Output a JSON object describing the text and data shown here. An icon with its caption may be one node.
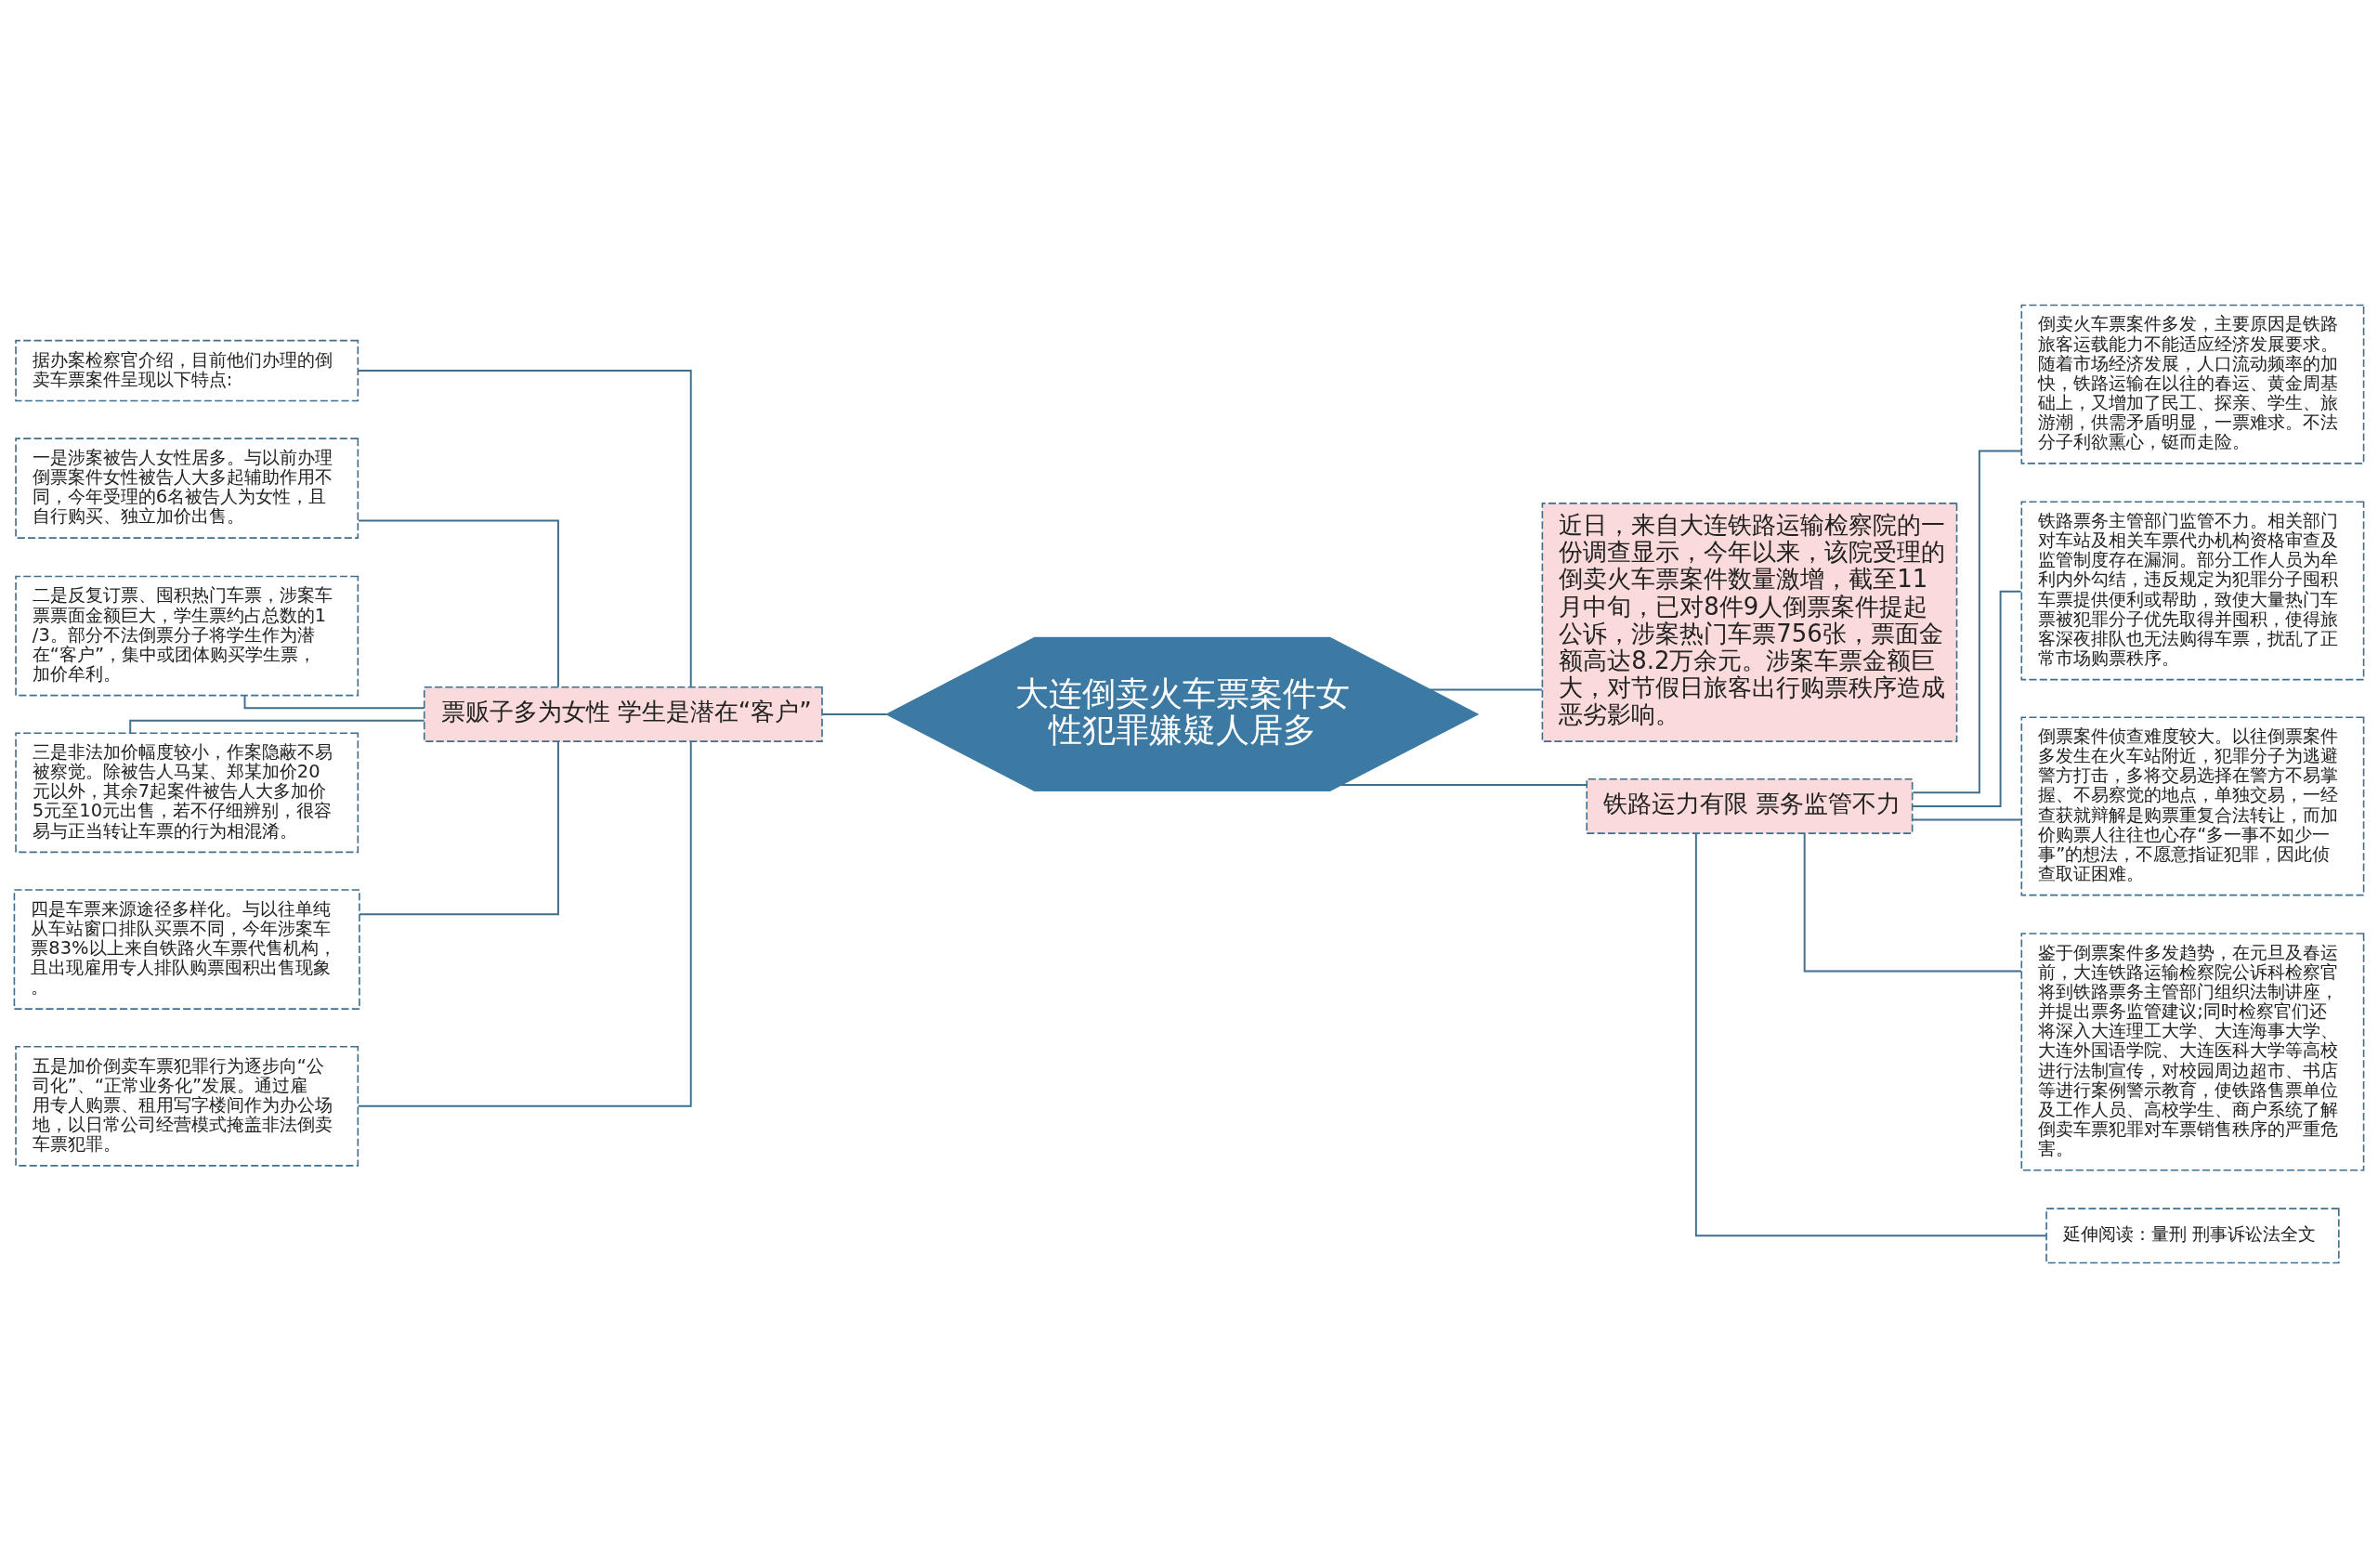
{
  "diagram": {
    "nodes": [
      {
        "text": [
          "大连倒卖火车票案件女性犯罪嫌疑人居多"
        ]
      },
      {
        "text": [
          "票贩子多为女性 学生是潜在“客户”"
        ]
      },
      {
        "text": [
          "据办案检察官介绍，目前他们办理的倒卖车票案件呈现以下特点:"
        ]
      },
      {
        "text": [
          "一是涉案被告人女性居多。与以前办理倒票案件女性被告人大多起辅助作用不同，今年受理的6名被告人为女性，且自行购买、独立加价出售。"
        ]
      },
      {
        "text": [
          "二是反复订票、囤积热门车票，涉案车票票面金额巨大，学生票约占总数的1/3。部分不法倒票分子将学生作为潜在“客户”，集中或团体购买学生票，加价牟利。"
        ]
      },
      {
        "text": [
          "三是非法加价幅度较小，作案隐蔽不易被察觉。除被告人马某、郑某加价20元以外，其余7起案件被告人大多加价5元至10元出售，若不仔细辨别，很容易与正当转让车票的行为相混淆。"
        ]
      },
      {
        "text": [
          "四是车票来源途径多样化。与以往单纯从车站窗口排队买票不同，今年涉案车票83%以上来自铁路火车票代售机构，且出现雇用专人排队购票囤积出售现象。"
        ]
      },
      {
        "text": [
          "五是加价倒卖车票犯罪行为逐步向“公司化”、“正常业务化”发展。通过雇用专人购票、租用写字楼间作为办公场地，以日常公司经营模式掩盖非法倒卖车票犯罪。"
        ]
      },
      {
        "text": [
          "近日，来自大连铁路运输检察院的一份调查显示，今年以来，该院受理的倒卖火车票案件数量激增，截至11月中旬，已对8件9人倒票案件提起公诉，涉案热门车票756张，票面金额高达8.2万余元。涉案车票金额巨大，对节假日旅客出行购票秩序造成恶劣影响。"
        ]
      },
      {
        "text": [
          "铁路运力有限 票务监管不力"
        ]
      },
      {
        "text": [
          "倒卖火车票案件多发，主要原因是铁路旅客运载能力不能适应经济发展要求。随着市场经济发展，人口流动频率的加快，铁路运输在以往的春运、黄金周基础上，又增加了民工、探亲、学生、旅游潮，供需矛盾明显，一票难求。不法分子利欲熏心，铤而走险。"
        ]
      },
      {
        "text": [
          "铁路票务主管部门监管不力。相关部门对车站及相关车票代办机构资格审查及监管制度存在漏洞。部分工作人员为牟利内外勾结，违反规定为犯罪分子囤积车票提供便利或帮助，致使大量热门车票被犯罪分子优先取得并囤积，使得旅客深夜排队也无法购得车票，扰乱了正常市场购票秩序。"
        ]
      },
      {
        "text": [
          "倒票案件侦查难度较大。以往倒票案件多发生在火车站附近，犯罪分子为逃避警方打击，多将交易选择在警方不易掌握、不易察觉的地点，单独交易，一经查获就辩解是购票重复合法转让，而加价购票人往往也心存“多一事不如少一事”的想法，不愿意指证犯罪，因此侦查取证困难。"
        ]
      },
      {
        "text": [
          "鉴于倒票案件多发趋势，在元旦及春运前，大连铁路运输检察院公诉科检察官将到铁路票务主管部门组织法制讲座，并提出票务监管建议;同时检察官们还将深入大连理工大学、大连海事大学、大连外国语学院、大连医科大学等高校进行法制宣传，对校园周边超市、书店等进行案例警示教育，使铁路售票单位及工作人员、高校学生、商户系统了解倒卖车票犯罪对车票销售秩序的严重危害。"
        ]
      },
      {
        "text": [
          "延伸阅读：量刑 刑事诉讼法全文"
        ]
      }
    ],
    "edges": [
      {
        "from": 2,
        "to": 1,
        "arrow": "none"
      },
      {
        "from": 3,
        "to": 1,
        "arrow": "none"
      },
      {
        "from": 4,
        "to": 1,
        "arrow": "none"
      },
      {
        "from": 5,
        "to": 1,
        "arrow": "none"
      },
      {
        "from": 6,
        "to": 1,
        "arrow": "none"
      },
      {
        "from": 7,
        "to": 1,
        "arrow": "none"
      },
      {
        "from": 1,
        "to": 0,
        "arrow": "none"
      },
      {
        "from": 0,
        "to": 8,
        "arrow": "none"
      },
      {
        "from": 0,
        "to": 9,
        "arrow": "none"
      },
      {
        "from": 9,
        "to": 10,
        "arrow": "none"
      },
      {
        "from": 9,
        "to": 11,
        "arrow": "none"
      },
      {
        "from": 9,
        "to": 12,
        "arrow": "none"
      },
      {
        "from": 9,
        "to": 13,
        "arrow": "none"
      },
      {
        "from": 9,
        "to": 14,
        "arrow": "none"
      }
    ]
  }
}
